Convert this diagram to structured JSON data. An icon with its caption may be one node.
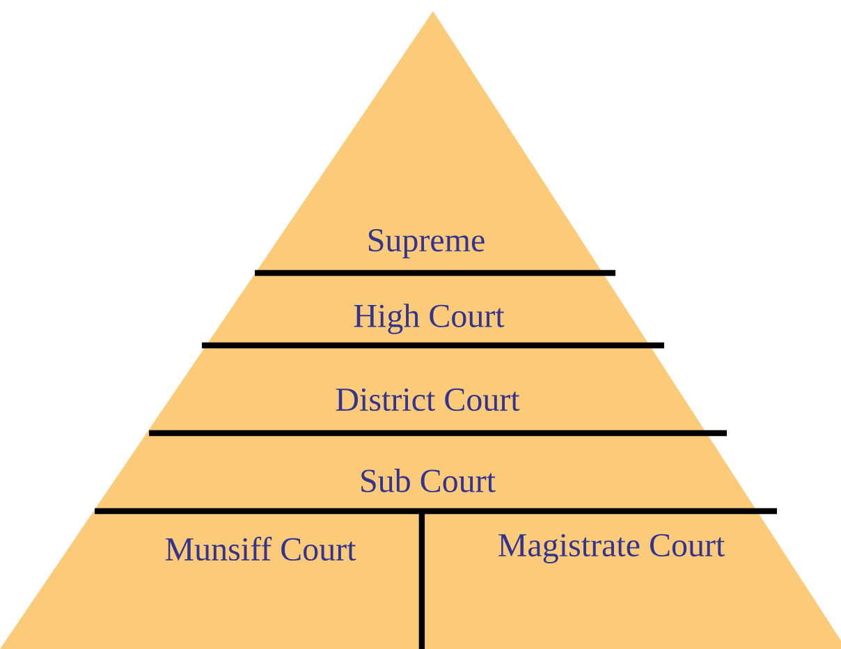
{
  "diagram": {
    "nodes": [
      {
        "text": [
          "Supreme"
        ]
      },
      {
        "text": [
          "High Court"
        ]
      },
      {
        "text": [
          "District Court"
        ]
      },
      {
        "text": [
          "Sub Court"
        ]
      },
      {
        "text": [
          "Munsiff Court"
        ]
      },
      {
        "text": [
          "Magistrate Court"
        ]
      }
    ]
  }
}
